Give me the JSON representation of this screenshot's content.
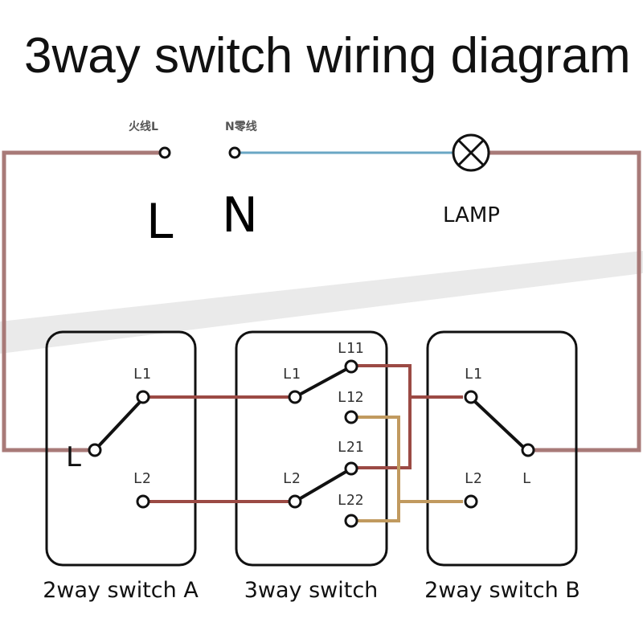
{
  "title": "3way switch wiring diagram",
  "supply": {
    "live_label_cn": "火线L",
    "neutral_label_cn": "N零线",
    "live_symbol": "L",
    "neutral_symbol": "N"
  },
  "lamp": {
    "label": "LAMP",
    "icon": "lamp-icon"
  },
  "switches": {
    "a": {
      "caption": "2way switch A",
      "terminals": {
        "common": "L",
        "t1": "L1",
        "t2": "L2"
      }
    },
    "three": {
      "caption": "3way switch",
      "terminals": {
        "in1": "L1",
        "in2": "L2",
        "l11": "L11",
        "l12": "L12",
        "l21": "L21",
        "l22": "L22"
      }
    },
    "b": {
      "caption": "2way switch B",
      "terminals": {
        "common": "L",
        "t1": "L1",
        "t2": "L2"
      }
    }
  },
  "colors": {
    "live_wire": "#a87a78",
    "traveler_red": "#9b4a44",
    "traveler_gold": "#c19a5f",
    "neutral_wire": "#6aa7c4"
  }
}
